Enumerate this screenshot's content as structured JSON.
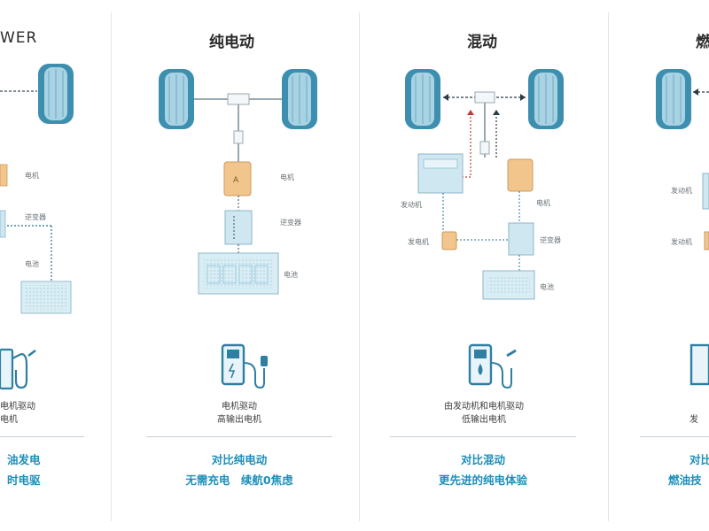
{
  "columns": [
    {
      "id": "left-partial",
      "title": "WER",
      "labels": {
        "motor": "电机",
        "inverter": "逆变器",
        "battery": "电池"
      },
      "desc": [
        "电机驱动",
        "电机"
      ],
      "highlight": [
        "油发电",
        "时电驱"
      ]
    },
    {
      "id": "pure-electric",
      "title": "纯电动",
      "labels": {
        "motor": "电机",
        "inverter": "逆变器",
        "battery": "电池"
      },
      "desc": [
        "电机驱动",
        "高输出电机"
      ],
      "highlight": [
        "对比纯电动",
        "无需充电　续航0焦虑"
      ]
    },
    {
      "id": "hybrid",
      "title": "混动",
      "labels": {
        "engine": "发动机",
        "generator": "发电机",
        "motor": "电机",
        "inverter": "逆变器",
        "battery": "电池"
      },
      "desc": [
        "由发动机和电机驱动",
        "低输出电机"
      ],
      "highlight": [
        "对比混动",
        "更先进的纯电体验"
      ]
    },
    {
      "id": "right-partial",
      "title": "燃",
      "labels": {
        "engine": "发动机",
        "generator": "发动机"
      },
      "desc": [
        "发"
      ],
      "highlight": [
        "对比",
        "燃油技"
      ]
    }
  ],
  "colors": {
    "tire": "#3d8fb0",
    "tire_light": "#a9d3e3",
    "motor": "#f2c58d",
    "component": "#cfe7f1",
    "accent_text": "#1d8fb9",
    "divider": "#dfe6ea"
  }
}
